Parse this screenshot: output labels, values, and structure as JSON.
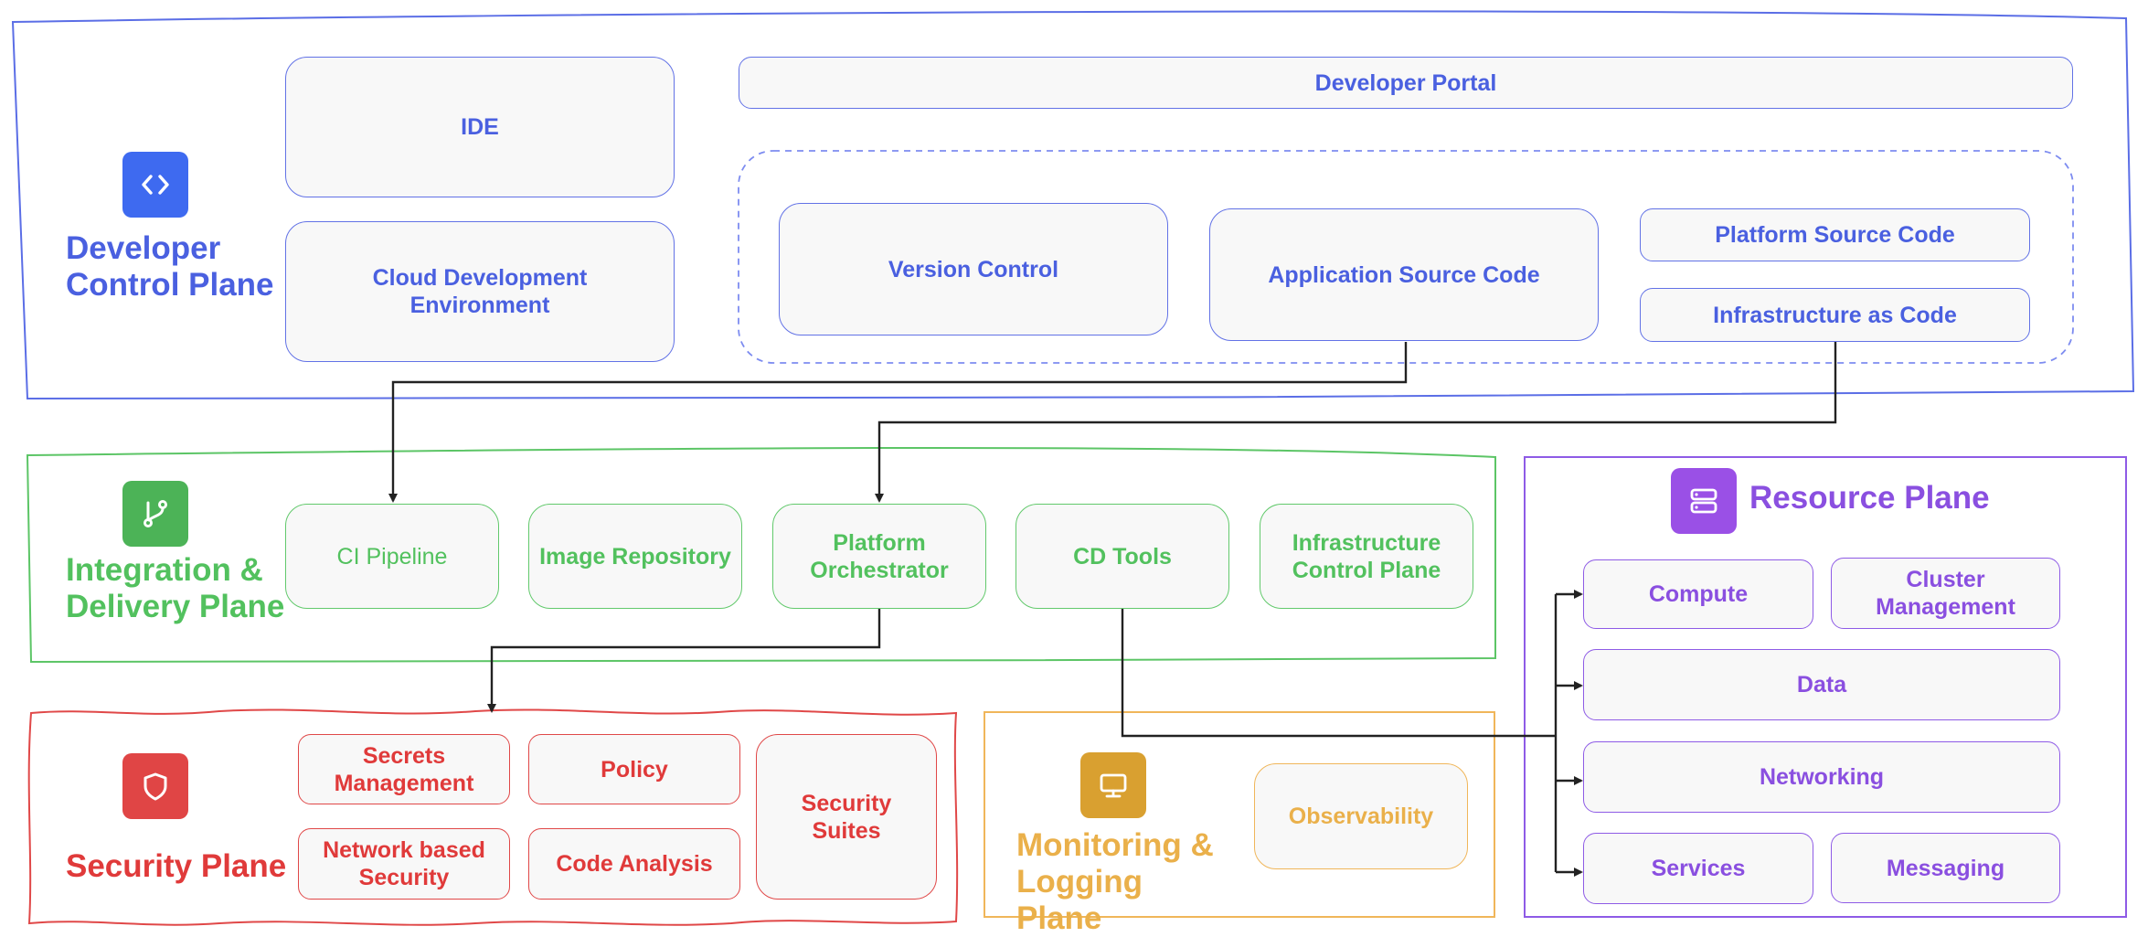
{
  "developer_plane": {
    "title": "Developer Control Plane",
    "icon": "code-icon",
    "color": "#4a60e0",
    "ide": "IDE",
    "cde": "Cloud Development Environment",
    "portal": "Developer Portal",
    "version_control": "Version Control",
    "app_source": "Application Source Code",
    "platform_source": "Platform Source Code",
    "iac": "Infrastructure as Code"
  },
  "integration_plane": {
    "title": "Integration & Delivery Plane",
    "icon": "git-branch-icon",
    "color": "#52c15e",
    "ci": "CI Pipeline",
    "image_repo": "Image Repository",
    "orchestrator": "Platform Orchestrator",
    "cd": "CD Tools",
    "infra_cp": "Infrastructure Control Plane"
  },
  "resource_plane": {
    "title": "Resource Plane",
    "icon": "server-icon",
    "color": "#8a4fe0",
    "compute": "Compute",
    "cluster": "Cluster Management",
    "data": "Data",
    "networking": "Networking",
    "services": "Services",
    "messaging": "Messaging"
  },
  "security_plane": {
    "title": "Security Plane",
    "icon": "shield-icon",
    "color": "#e03a3a",
    "secrets": "Secrets Management",
    "policy": "Policy",
    "suites": "Security Suites",
    "network": "Network based Security",
    "code_analysis": "Code Analysis"
  },
  "monitoring_plane": {
    "title": "Monitoring & Logging Plane",
    "icon": "monitor-icon",
    "color": "#eab04a",
    "observability": "Observability"
  }
}
